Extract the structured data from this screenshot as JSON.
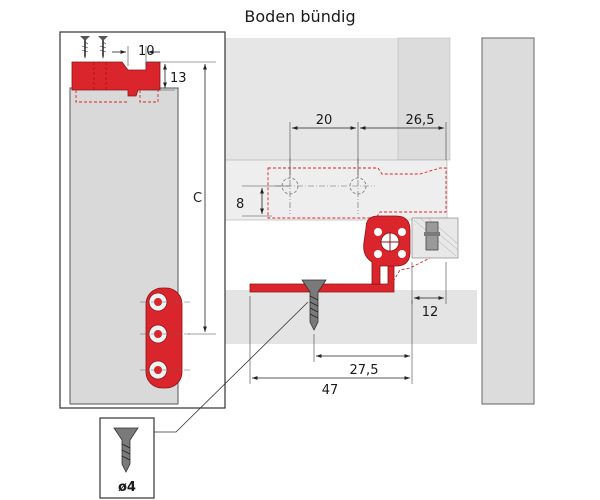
{
  "title": "Boden bündig",
  "dimensions": {
    "d10": "10",
    "d13": "13",
    "dC": "C",
    "d8": "8",
    "d20": "20",
    "d26_5": "26,5",
    "d12": "12",
    "d27_5": "27,5",
    "d47": "47"
  },
  "screw_label": "ø4",
  "colors": {
    "red": "#d9252b",
    "panel": "#dcdcdc",
    "panel_light": "#e6e6e6",
    "outline": "#333333"
  }
}
